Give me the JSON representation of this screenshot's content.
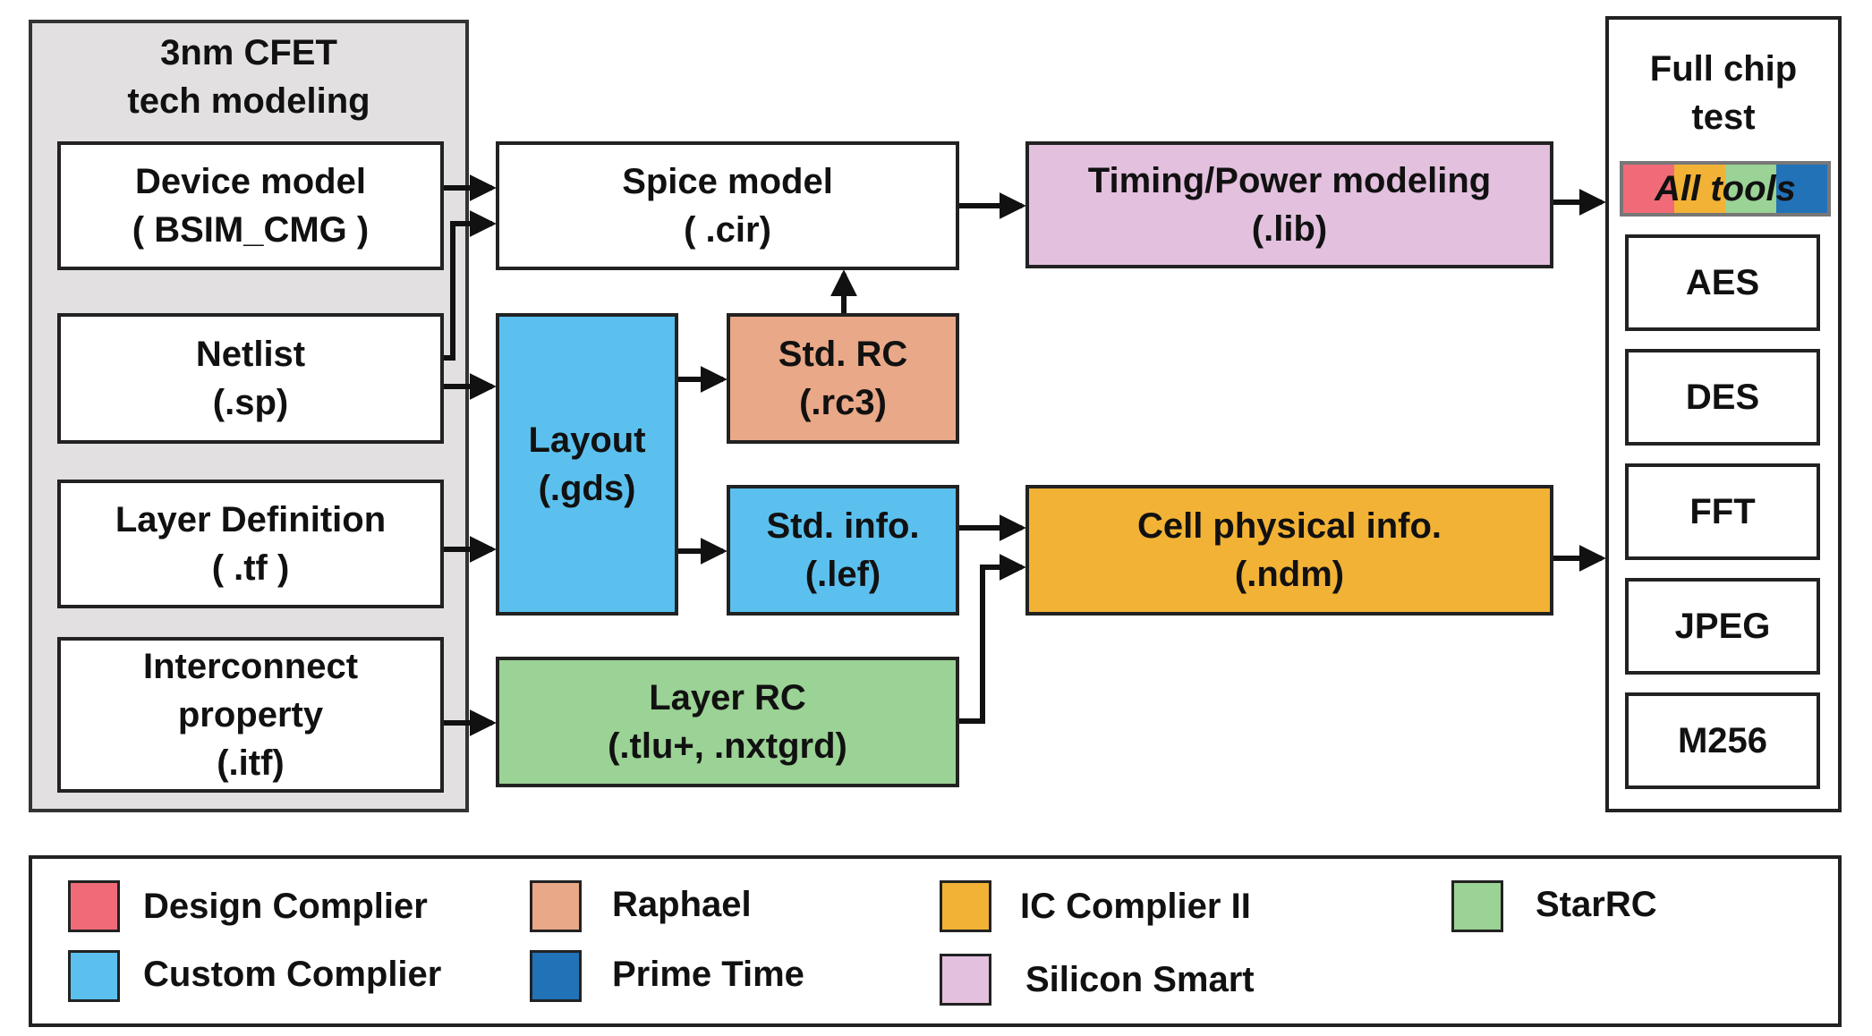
{
  "tech_panel": {
    "title_1": "3nm CFET",
    "title_2": "tech modeling"
  },
  "inputs": {
    "device_model": {
      "line1": "Device model",
      "line2": "( BSIM_CMG )"
    },
    "netlist": {
      "line1": "Netlist",
      "line2": "(.sp)"
    },
    "layer_definition": {
      "line1": "Layer Definition",
      "line2": "( .tf )"
    },
    "interconnect": {
      "line1": "Interconnect",
      "line2": "property",
      "line3": "(.itf)"
    }
  },
  "stages": {
    "spice_model": {
      "line1": "Spice model",
      "line2": "( .cir)"
    },
    "layout": {
      "line1": "Layout",
      "line2": "(.gds)"
    },
    "std_rc": {
      "line1": "Std. RC",
      "line2": "(.rc3)"
    },
    "std_info": {
      "line1": "Std. info.",
      "line2": "(.lef)"
    },
    "layer_rc": {
      "line1": "Layer RC",
      "line2": "(.tlu+, .nxtgrd)"
    },
    "timing_power": {
      "line1": "Timing/Power modeling",
      "line2": "(.lib)"
    },
    "cell_physical": {
      "line1": "Cell physical info.",
      "line2": "(.ndm)"
    }
  },
  "full_chip": {
    "title_1": "Full chip",
    "title_2": "test",
    "all_tools_label": "All tools",
    "all_tools_colors": [
      "#f06b77",
      "#f2b235",
      "#9bd295",
      "#2272b8"
    ],
    "benchmarks": [
      "AES",
      "DES",
      "FFT",
      "JPEG",
      "M256"
    ]
  },
  "legend": {
    "items": [
      {
        "label": "Design Complier",
        "color": "#f06b77"
      },
      {
        "label": "Custom Complier",
        "color": "#5bc0ee"
      },
      {
        "label": "Raphael",
        "color": "#e9a888"
      },
      {
        "label": "Prime Time",
        "color": "#2272b8"
      },
      {
        "label": "IC Complier II",
        "color": "#f2b235"
      },
      {
        "label": "Silicon Smart",
        "color": "#e3c0de"
      },
      {
        "label": "StarRC",
        "color": "#9bd295"
      }
    ]
  }
}
